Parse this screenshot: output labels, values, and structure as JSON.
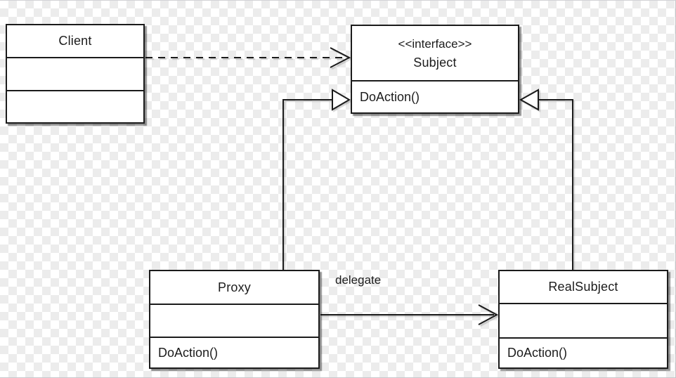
{
  "classes": {
    "client": {
      "name": "Client"
    },
    "subject": {
      "stereotype": "<<interface>>",
      "name": "Subject",
      "method": "DoAction()"
    },
    "proxy": {
      "name": "Proxy",
      "method": "DoAction()"
    },
    "real_subject": {
      "name": "RealSubject",
      "method": "DoAction()"
    }
  },
  "relationships": [
    {
      "from": "Client",
      "to": "Subject",
      "type": "dependency",
      "line": "dashed",
      "arrowhead": "open",
      "label": ""
    },
    {
      "from": "Proxy",
      "to": "Subject",
      "type": "realization",
      "line": "solid",
      "arrowhead": "hollow-triangle",
      "label": ""
    },
    {
      "from": "RealSubject",
      "to": "Subject",
      "type": "realization",
      "line": "solid",
      "arrowhead": "hollow-triangle",
      "label": ""
    },
    {
      "from": "Proxy",
      "to": "RealSubject",
      "type": "association",
      "line": "solid",
      "arrowhead": "open",
      "label": "delegate"
    }
  ],
  "colors": {
    "line": "#1b1b1b",
    "box_fill": "#ffffff",
    "checker_gray": "#ececec",
    "background": "#ffffff"
  }
}
